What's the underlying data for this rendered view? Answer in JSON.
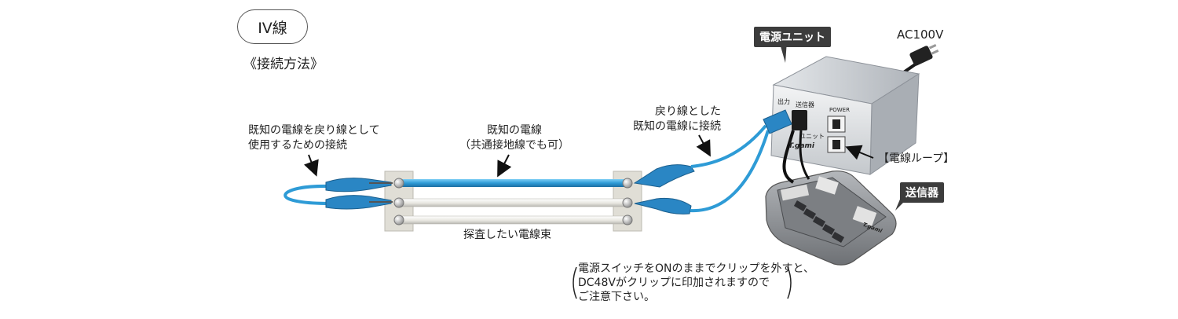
{
  "title_pill": "IV線",
  "method_heading": "《接続方法》",
  "label_return_use": [
    "既知の電線を戻り線として",
    "使用するための接続"
  ],
  "label_known_wire": [
    "既知の電線",
    "（共通接地線でも可）"
  ],
  "label_return_connect": [
    "戻り線とした",
    "既知の電線に接続"
  ],
  "label_bundle": "探査したい電線束",
  "label_power_unit": "電源ユニット",
  "label_ac": "AC100V",
  "label_loop": "【電線ループ】",
  "label_transmitter": "送信器",
  "unit_panel": {
    "output": "出力",
    "transmitter": "送信器",
    "power": "POWER",
    "unit": "ユニット",
    "brand": "T.gami"
  },
  "transmitter_panel": {
    "brand": "T.gami"
  },
  "note_lines": [
    "電源スイッチをONのままでクリップを外すと、",
    "DC48Vがクリップに印加されますので",
    "ご注意下さい。"
  ],
  "colors": {
    "blue_wire": "#2e9bd6",
    "white_wire": "#ecebe6",
    "clip_blue": "#2a86c4",
    "tag_bg": "#3c3c3c",
    "unit_body": "#c9cdd2",
    "transmitter_body": "#8c8f93"
  }
}
